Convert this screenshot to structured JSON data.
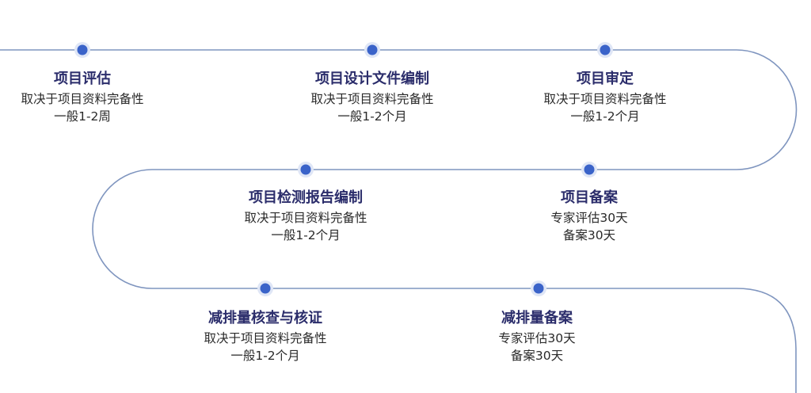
{
  "colors": {
    "path": "#7f95bf",
    "dot": "#3a63c9",
    "halo": "#dfe6f6",
    "title": "#2b2d6b"
  },
  "steps": [
    {
      "title": "项目评估",
      "lines": [
        "取决于项目资料完备性",
        "一般1-2周"
      ]
    },
    {
      "title": "项目设计文件编制",
      "lines": [
        "取决于项目资料完备性",
        "一般1-2个月"
      ]
    },
    {
      "title": "项目审定",
      "lines": [
        "取决于项目资料完备性",
        "一般1-2个月"
      ]
    },
    {
      "title": "项目检测报告编制",
      "lines": [
        "取决于项目资料完备性",
        "一般1-2个月"
      ]
    },
    {
      "title": "项目备案",
      "lines": [
        "专家评估30天",
        "备案30天"
      ]
    },
    {
      "title": "减排量核查与核证",
      "lines": [
        "取决于项目资料完备性",
        "一般1-2个月"
      ]
    },
    {
      "title": "减排量备案",
      "lines": [
        "专家评估30天",
        "备案30天"
      ]
    }
  ]
}
